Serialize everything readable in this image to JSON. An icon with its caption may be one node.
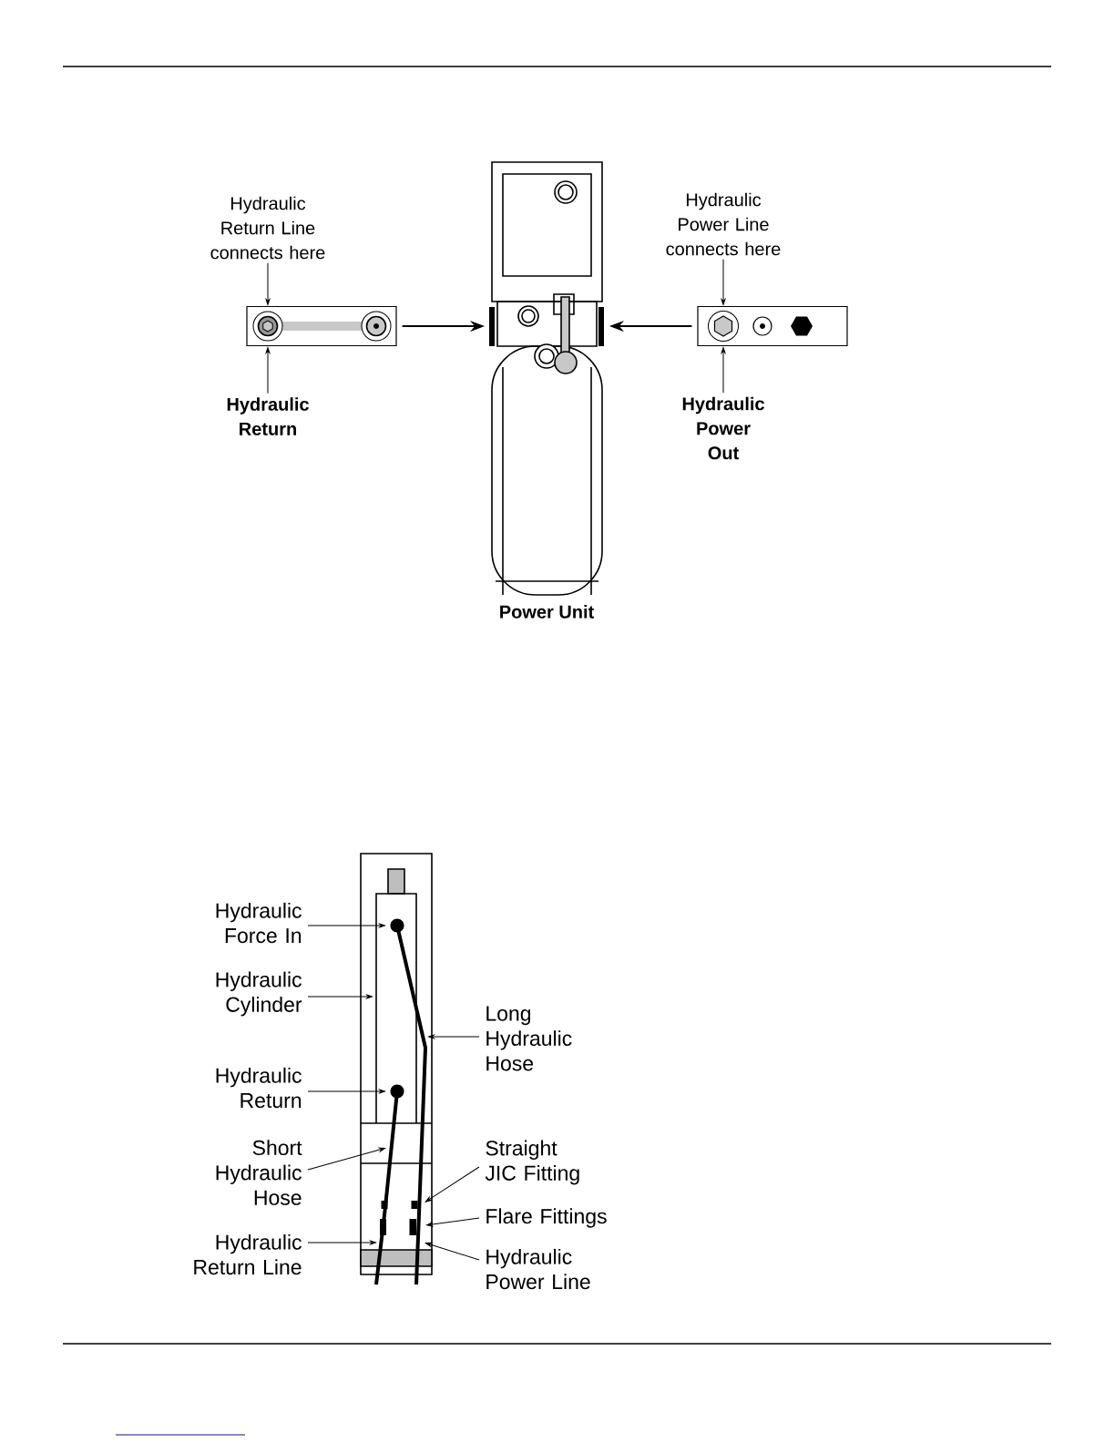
{
  "diagram": {
    "nodes": [
      {
        "text": [
          "Hydraulic Return Line connects here"
        ]
      },
      {
        "text": [],
        "shape": "box"
      },
      {
        "text": [
          "Hydraulic Return"
        ]
      },
      {
        "text": [],
        "shape": "picture",
        "beside": [
          "Power Unit"
        ]
      },
      {
        "text": [
          "Hydraulic Power Line connects here"
        ]
      },
      {
        "text": [],
        "shape": "box"
      },
      {
        "text": [
          "Hydraulic Power Out"
        ]
      },
      {
        "text": [
          "Hydraulic Force In"
        ]
      },
      {
        "text": [
          "Hydraulic Cylinder"
        ]
      },
      {
        "text": [
          "Hydraulic Return"
        ]
      },
      {
        "text": [
          "Short Hydraulic Hose"
        ]
      },
      {
        "text": [
          "Hydraulic Return Line"
        ]
      },
      {
        "text": [
          "Long Hydraulic Hose"
        ]
      },
      {
        "text": [
          "Straight JIC Fitting"
        ]
      },
      {
        "text": [
          "Flare Fittings"
        ]
      },
      {
        "text": [
          "Hydraulic Power Line"
        ]
      },
      {
        "text": [],
        "shape": "picture"
      }
    ],
    "edges": [
      {
        "from": 0,
        "to": 1,
        "arrow": "to"
      },
      {
        "from": 2,
        "to": 1,
        "arrow": "to"
      },
      {
        "from": 1,
        "to": 3,
        "arrow": "to"
      },
      {
        "from": 5,
        "to": 3,
        "arrow": "to"
      },
      {
        "from": 4,
        "to": 5,
        "arrow": "to"
      },
      {
        "from": 6,
        "to": 5,
        "arrow": "to"
      },
      {
        "from": 7,
        "to": 16,
        "arrow": "to"
      },
      {
        "from": 8,
        "to": 16,
        "arrow": "to"
      },
      {
        "from": 9,
        "to": 16,
        "arrow": "to"
      },
      {
        "from": 10,
        "to": 16,
        "arrow": "to"
      },
      {
        "from": 11,
        "to": 16,
        "arrow": "to"
      },
      {
        "from": 12,
        "to": 16,
        "arrow": "to"
      },
      {
        "from": 13,
        "to": 16,
        "arrow": "to"
      },
      {
        "from": 14,
        "to": 16,
        "arrow": "to"
      },
      {
        "from": 15,
        "to": 16,
        "arrow": "to"
      }
    ]
  }
}
